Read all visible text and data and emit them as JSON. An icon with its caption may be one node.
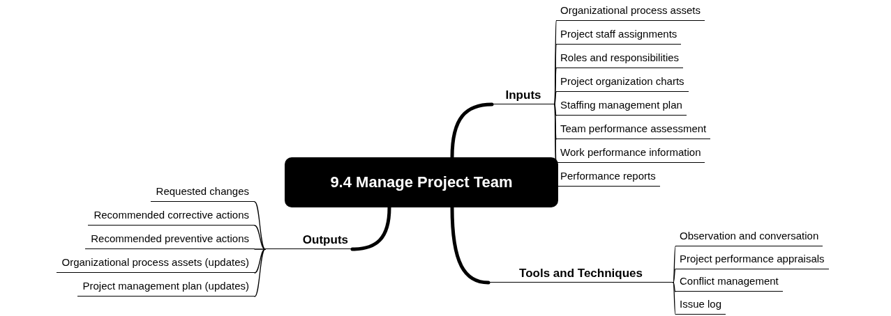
{
  "diagram": {
    "nodes": [
      {
        "text": [
          "9.4 Manage Project Team"
        ]
      },
      {
        "text": [
          "Inputs"
        ]
      },
      {
        "text": [
          "Organizational process assets"
        ]
      },
      {
        "text": [
          "Project staff assignments"
        ]
      },
      {
        "text": [
          "Roles and responsibilities"
        ]
      },
      {
        "text": [
          "Project organization charts"
        ]
      },
      {
        "text": [
          "Staffing management plan"
        ]
      },
      {
        "text": [
          "Team performance assessment"
        ]
      },
      {
        "text": [
          "Work performance information"
        ]
      },
      {
        "text": [
          "Performance reports"
        ]
      },
      {
        "text": [
          "Outputs"
        ]
      },
      {
        "text": [
          "Requested changes"
        ]
      },
      {
        "text": [
          "Recommended corrective actions"
        ]
      },
      {
        "text": [
          "Recommended preventive actions"
        ]
      },
      {
        "text": [
          "Organizational process assets (updates)"
        ]
      },
      {
        "text": [
          "Project management plan (updates)"
        ]
      },
      {
        "text": [
          "Tools and Techniques"
        ]
      },
      {
        "text": [
          "Observation and conversation"
        ]
      },
      {
        "text": [
          "Project performance appraisals"
        ]
      },
      {
        "text": [
          "Conflict management"
        ]
      },
      {
        "text": [
          "Issue log"
        ]
      }
    ],
    "edges": [
      {
        "from": 0,
        "to": 1,
        "arrow": "none",
        "style": "thick"
      },
      {
        "from": 1,
        "to": 2,
        "arrow": "none"
      },
      {
        "from": 1,
        "to": 3,
        "arrow": "none"
      },
      {
        "from": 1,
        "to": 4,
        "arrow": "none"
      },
      {
        "from": 1,
        "to": 5,
        "arrow": "none"
      },
      {
        "from": 1,
        "to": 6,
        "arrow": "none"
      },
      {
        "from": 1,
        "to": 7,
        "arrow": "none"
      },
      {
        "from": 1,
        "to": 8,
        "arrow": "none"
      },
      {
        "from": 1,
        "to": 9,
        "arrow": "none"
      },
      {
        "from": 0,
        "to": 10,
        "arrow": "none",
        "style": "thick"
      },
      {
        "from": 10,
        "to": 11,
        "arrow": "none"
      },
      {
        "from": 10,
        "to": 12,
        "arrow": "none"
      },
      {
        "from": 10,
        "to": 13,
        "arrow": "none"
      },
      {
        "from": 10,
        "to": 14,
        "arrow": "none"
      },
      {
        "from": 10,
        "to": 15,
        "arrow": "none"
      },
      {
        "from": 0,
        "to": 16,
        "arrow": "none",
        "style": "thick"
      },
      {
        "from": 16,
        "to": 17,
        "arrow": "none"
      },
      {
        "from": 16,
        "to": 18,
        "arrow": "none"
      },
      {
        "from": 16,
        "to": 19,
        "arrow": "none"
      },
      {
        "from": 16,
        "to": 20,
        "arrow": "none"
      }
    ]
  }
}
